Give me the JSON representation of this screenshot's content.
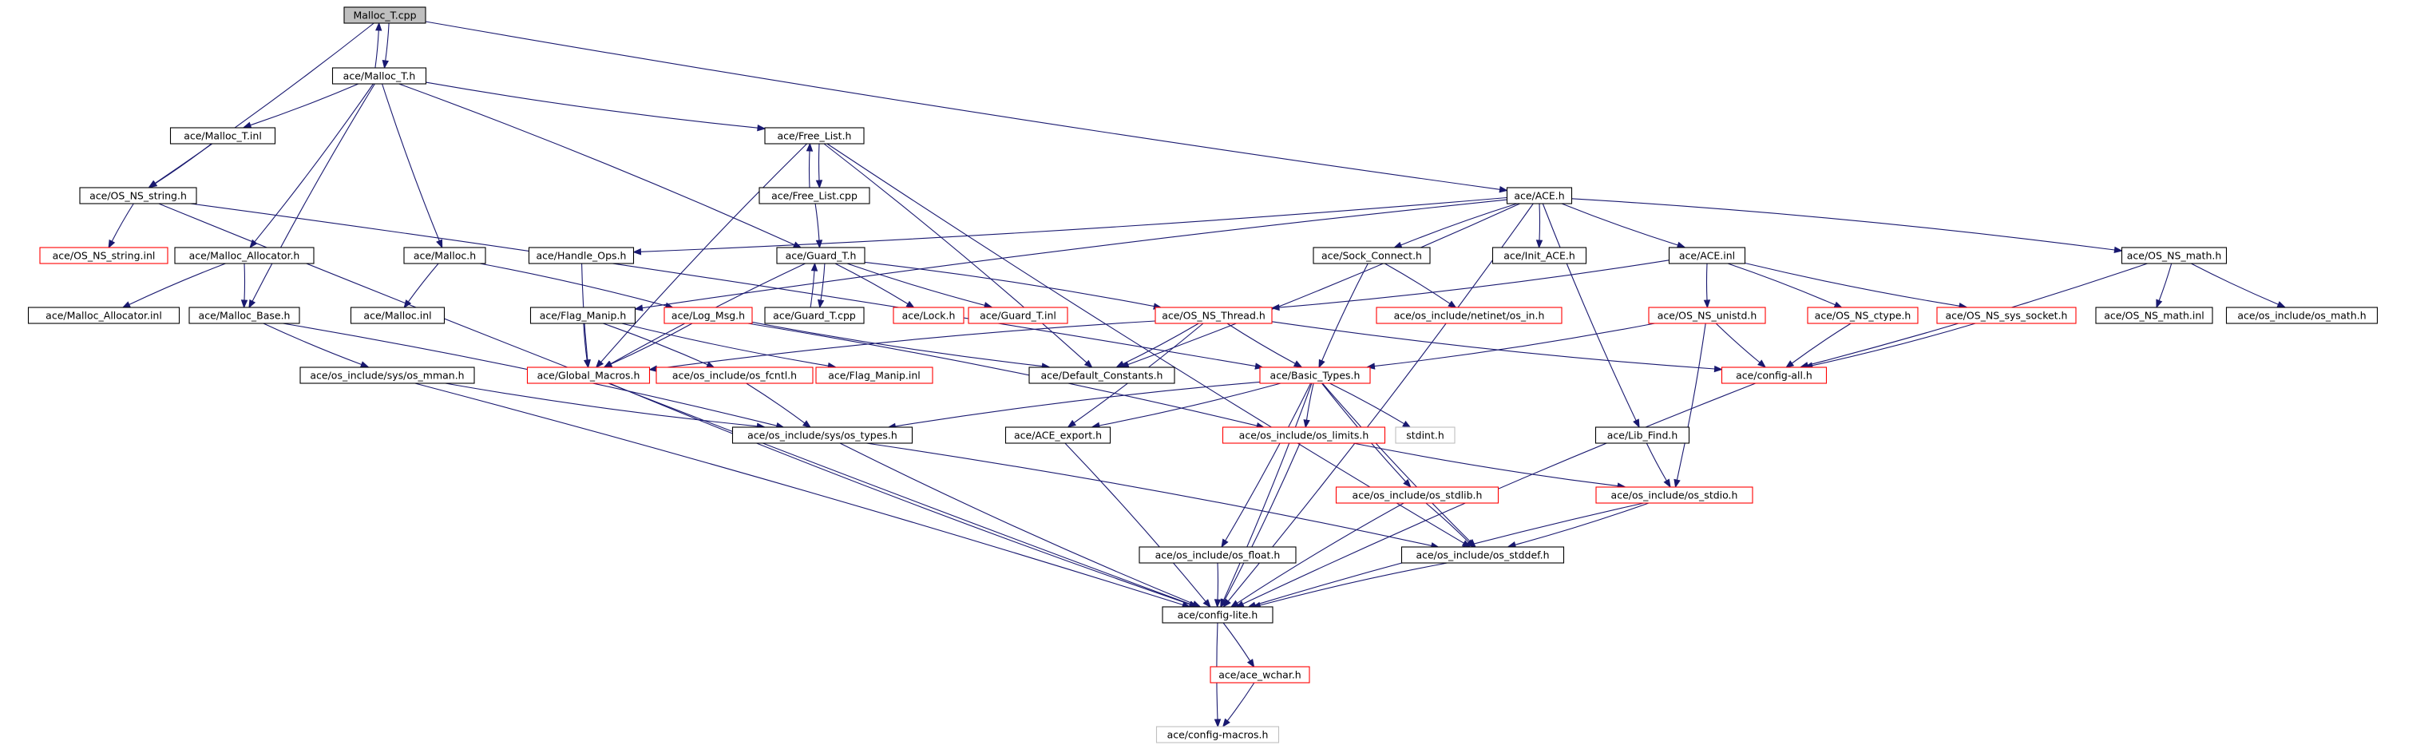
{
  "graph": {
    "edge_color": "#191970",
    "node_border_normal": "#000000",
    "node_border_missing": "#ff0000",
    "node_border_external": "#bfbfbf",
    "current_fill": "#bfbfbf",
    "nodes": [
      {
        "id": "malloc_t_cpp",
        "label": "Malloc_T.cpp",
        "style": "current"
      },
      {
        "id": "ace_malloc_t_h",
        "label": "ace/Malloc_T.h",
        "style": "normal"
      },
      {
        "id": "ace_malloc_t_inl",
        "label": "ace/Malloc_T.inl",
        "style": "normal"
      },
      {
        "id": "ace_free_list_h",
        "label": "ace/Free_List.h",
        "style": "normal"
      },
      {
        "id": "ace_os_ns_string_h",
        "label": "ace/OS_NS_string.h",
        "style": "normal"
      },
      {
        "id": "ace_free_list_cpp",
        "label": "ace/Free_List.cpp",
        "style": "normal"
      },
      {
        "id": "ace_ace_h",
        "label": "ace/ACE.h",
        "style": "normal"
      },
      {
        "id": "ace_os_ns_string_inl",
        "label": "ace/OS_NS_string.inl",
        "style": "red"
      },
      {
        "id": "ace_malloc_allocator_h",
        "label": "ace/Malloc_Allocator.h",
        "style": "normal"
      },
      {
        "id": "ace_malloc_h",
        "label": "ace/Malloc.h",
        "style": "normal"
      },
      {
        "id": "ace_handle_ops_h",
        "label": "ace/Handle_Ops.h",
        "style": "normal"
      },
      {
        "id": "ace_guard_t_h",
        "label": "ace/Guard_T.h",
        "style": "normal"
      },
      {
        "id": "ace_sock_connect_h",
        "label": "ace/Sock_Connect.h",
        "style": "normal"
      },
      {
        "id": "ace_init_ace_h",
        "label": "ace/Init_ACE.h",
        "style": "normal"
      },
      {
        "id": "ace_ace_inl",
        "label": "ace/ACE.inl",
        "style": "normal"
      },
      {
        "id": "ace_os_ns_math_h",
        "label": "ace/OS_NS_math.h",
        "style": "normal"
      },
      {
        "id": "ace_malloc_allocator_inl",
        "label": "ace/Malloc_Allocator.inl",
        "style": "normal"
      },
      {
        "id": "ace_malloc_base_h",
        "label": "ace/Malloc_Base.h",
        "style": "normal"
      },
      {
        "id": "ace_malloc_inl",
        "label": "ace/Malloc.inl",
        "style": "normal"
      },
      {
        "id": "ace_guard_t_cpp",
        "label": "ace/Guard_T.cpp",
        "style": "normal"
      },
      {
        "id": "ace_lock_h",
        "label": "ace/Lock.h",
        "style": "red"
      },
      {
        "id": "ace_guard_t_inl",
        "label": "ace/Guard_T.inl",
        "style": "red"
      },
      {
        "id": "ace_os_ns_thread_h",
        "label": "ace/OS_NS_Thread.h",
        "style": "red"
      },
      {
        "id": "ace_netinet_in_h",
        "label": "ace/os_include/netinet/os_in.h",
        "style": "red"
      },
      {
        "id": "ace_os_ns_unistd_h",
        "label": "ace/OS_NS_unistd.h",
        "style": "red"
      },
      {
        "id": "ace_os_ns_ctype_h",
        "label": "ace/OS_NS_ctype.h",
        "style": "red"
      },
      {
        "id": "ace_os_ns_sys_socket_h",
        "label": "ace/OS_NS_sys_socket.h",
        "style": "red"
      },
      {
        "id": "ace_os_ns_math_inl",
        "label": "ace/OS_NS_math.inl",
        "style": "normal"
      },
      {
        "id": "ace_os_math_h",
        "label": "ace/os_include/os_math.h",
        "style": "normal"
      },
      {
        "id": "ace_flag_manip_h",
        "label": "ace/Flag_Manip.h",
        "style": "normal"
      },
      {
        "id": "ace_log_msg_h",
        "label": "ace/Log_Msg.h",
        "style": "red"
      },
      {
        "id": "ace_sys_os_mman_h",
        "label": "ace/os_include/sys/os_mman.h",
        "style": "normal"
      },
      {
        "id": "ace_global_macros_h",
        "label": "ace/Global_Macros.h",
        "style": "red"
      },
      {
        "id": "ace_os_fcntl_h",
        "label": "ace/os_include/os_fcntl.h",
        "style": "red"
      },
      {
        "id": "ace_flag_manip_inl",
        "label": "ace/Flag_Manip.inl",
        "style": "red"
      },
      {
        "id": "ace_default_constants_h",
        "label": "ace/Default_Constants.h",
        "style": "normal"
      },
      {
        "id": "ace_basic_types_h",
        "label": "ace/Basic_Types.h",
        "style": "red"
      },
      {
        "id": "ace_config_all_h",
        "label": "ace/config-all.h",
        "style": "red"
      },
      {
        "id": "ace_sys_os_types_h",
        "label": "ace/os_include/sys/os_types.h",
        "style": "normal"
      },
      {
        "id": "ace_ace_export_h",
        "label": "ace/ACE_export.h",
        "style": "normal"
      },
      {
        "id": "ace_os_limits_h",
        "label": "ace/os_include/os_limits.h",
        "style": "red"
      },
      {
        "id": "stdint_h",
        "label": "stdint.h",
        "style": "grey"
      },
      {
        "id": "ace_lib_find_h",
        "label": "ace/Lib_Find.h",
        "style": "normal"
      },
      {
        "id": "ace_os_stdlib_h",
        "label": "ace/os_include/os_stdlib.h",
        "style": "red"
      },
      {
        "id": "ace_os_stdio_h",
        "label": "ace/os_include/os_stdio.h",
        "style": "red"
      },
      {
        "id": "ace_os_float_h",
        "label": "ace/os_include/os_float.h",
        "style": "normal"
      },
      {
        "id": "ace_os_stddef_h",
        "label": "ace/os_include/os_stddef.h",
        "style": "normal"
      },
      {
        "id": "ace_config_lite_h",
        "label": "ace/config-lite.h",
        "style": "normal"
      },
      {
        "id": "ace_ace_wchar_h",
        "label": "ace/ace_wchar.h",
        "style": "red"
      },
      {
        "id": "ace_config_macros_h",
        "label": "ace/config-macros.h",
        "style": "grey"
      }
    ],
    "edges": [
      [
        "malloc_t_cpp",
        "ace_malloc_t_h"
      ],
      [
        "ace_malloc_t_h",
        "malloc_t_cpp"
      ],
      [
        "malloc_t_cpp",
        "ace_os_ns_string_h"
      ],
      [
        "malloc_t_cpp",
        "ace_ace_h"
      ],
      [
        "ace_malloc_t_h",
        "ace_malloc_t_inl"
      ],
      [
        "ace_malloc_t_h",
        "ace_free_list_h"
      ],
      [
        "ace_malloc_t_h",
        "ace_malloc_allocator_h"
      ],
      [
        "ace_malloc_t_h",
        "ace_malloc_h"
      ],
      [
        "ace_malloc_t_h",
        "ace_guard_t_h"
      ],
      [
        "ace_malloc_t_h",
        "ace_malloc_base_h"
      ],
      [
        "ace_malloc_t_inl",
        "ace_os_ns_string_h"
      ],
      [
        "ace_free_list_h",
        "ace_free_list_cpp"
      ],
      [
        "ace_free_list_cpp",
        "ace_free_list_h"
      ],
      [
        "ace_free_list_h",
        "ace_global_macros_h"
      ],
      [
        "ace_free_list_h",
        "ace_default_constants_h"
      ],
      [
        "ace_free_list_h",
        "ace_os_stddef_h"
      ],
      [
        "ace_free_list_cpp",
        "ace_guard_t_h"
      ],
      [
        "ace_os_ns_string_h",
        "ace_os_ns_string_inl"
      ],
      [
        "ace_os_ns_string_h",
        "ace_basic_types_h"
      ],
      [
        "ace_os_ns_string_h",
        "ace_config_lite_h"
      ],
      [
        "ace_ace_h",
        "ace_handle_ops_h"
      ],
      [
        "ace_ace_h",
        "ace_sock_connect_h"
      ],
      [
        "ace_ace_h",
        "ace_init_ace_h"
      ],
      [
        "ace_ace_h",
        "ace_ace_inl"
      ],
      [
        "ace_ace_h",
        "ace_os_ns_math_h"
      ],
      [
        "ace_ace_h",
        "ace_flag_manip_h"
      ],
      [
        "ace_ace_h",
        "ace_default_constants_h"
      ],
      [
        "ace_ace_h",
        "ace_lib_find_h"
      ],
      [
        "ace_ace_h",
        "ace_config_lite_h"
      ],
      [
        "ace_malloc_allocator_h",
        "ace_malloc_allocator_inl"
      ],
      [
        "ace_malloc_allocator_h",
        "ace_malloc_base_h"
      ],
      [
        "ace_malloc_h",
        "ace_malloc_inl"
      ],
      [
        "ace_malloc_h",
        "ace_log_msg_h"
      ],
      [
        "ace_handle_ops_h",
        "ace_global_macros_h"
      ],
      [
        "ace_guard_t_h",
        "ace_guard_t_cpp"
      ],
      [
        "ace_guard_t_cpp",
        "ace_guard_t_h"
      ],
      [
        "ace_guard_t_h",
        "ace_lock_h"
      ],
      [
        "ace_guard_t_h",
        "ace_guard_t_inl"
      ],
      [
        "ace_guard_t_h",
        "ace_os_ns_thread_h"
      ],
      [
        "ace_guard_t_h",
        "ace_global_macros_h"
      ],
      [
        "ace_sock_connect_h",
        "ace_netinet_in_h"
      ],
      [
        "ace_sock_connect_h",
        "ace_basic_types_h"
      ],
      [
        "ace_ace_inl",
        "ace_os_ns_thread_h"
      ],
      [
        "ace_ace_inl",
        "ace_os_ns_unistd_h"
      ],
      [
        "ace_ace_inl",
        "ace_os_ns_ctype_h"
      ],
      [
        "ace_ace_inl",
        "ace_os_ns_sys_socket_h"
      ],
      [
        "ace_os_ns_math_h",
        "ace_os_ns_math_inl"
      ],
      [
        "ace_os_ns_math_h",
        "ace_os_math_h"
      ],
      [
        "ace_os_ns_math_h",
        "ace_config_all_h"
      ],
      [
        "ace_malloc_base_h",
        "ace_sys_os_mman_h"
      ],
      [
        "ace_malloc_base_h",
        "ace_sys_os_types_h"
      ],
      [
        "ace_flag_manip_h",
        "ace_global_macros_h"
      ],
      [
        "ace_flag_manip_h",
        "ace_os_fcntl_h"
      ],
      [
        "ace_flag_manip_h",
        "ace_flag_manip_inl"
      ],
      [
        "ace_log_msg_h",
        "ace_global_macros_h"
      ],
      [
        "ace_log_msg_h",
        "ace_default_constants_h"
      ],
      [
        "ace_log_msg_h",
        "ace_os_limits_h"
      ],
      [
        "ace_os_ns_thread_h",
        "ace_global_macros_h"
      ],
      [
        "ace_os_ns_thread_h",
        "ace_default_constants_h"
      ],
      [
        "ace_os_ns_thread_h",
        "ace_basic_types_h"
      ],
      [
        "ace_os_ns_thread_h",
        "ace_ace_export_h"
      ],
      [
        "ace_os_ns_thread_h",
        "ace_config_all_h"
      ],
      [
        "ace_os_ns_unistd_h",
        "ace_basic_types_h"
      ],
      [
        "ace_os_ns_unistd_h",
        "ace_config_all_h"
      ],
      [
        "ace_os_ns_unistd_h",
        "ace_os_stdio_h"
      ],
      [
        "ace_os_ns_ctype_h",
        "ace_config_all_h"
      ],
      [
        "ace_os_ns_sys_socket_h",
        "ace_config_all_h"
      ],
      [
        "ace_sys_os_mman_h",
        "ace_sys_os_types_h"
      ],
      [
        "ace_sys_os_mman_h",
        "ace_config_lite_h"
      ],
      [
        "ace_global_macros_h",
        "ace_config_lite_h"
      ],
      [
        "ace_os_fcntl_h",
        "ace_sys_os_types_h"
      ],
      [
        "ace_basic_types_h",
        "ace_sys_os_types_h"
      ],
      [
        "ace_basic_types_h",
        "ace_ace_export_h"
      ],
      [
        "ace_basic_types_h",
        "ace_os_limits_h"
      ],
      [
        "ace_basic_types_h",
        "stdint_h"
      ],
      [
        "ace_basic_types_h",
        "ace_os_stdlib_h"
      ],
      [
        "ace_basic_types_h",
        "ace_os_float_h"
      ],
      [
        "ace_basic_types_h",
        "ace_os_stddef_h"
      ],
      [
        "ace_basic_types_h",
        "ace_config_lite_h"
      ],
      [
        "ace_config_all_h",
        "ace_config_lite_h"
      ],
      [
        "ace_sys_os_types_h",
        "ace_os_stddef_h"
      ],
      [
        "ace_sys_os_types_h",
        "ace_config_lite_h"
      ],
      [
        "ace_ace_export_h",
        "ace_config_lite_h"
      ],
      [
        "ace_os_limits_h",
        "ace_os_stdio_h"
      ],
      [
        "ace_os_limits_h",
        "ace_config_lite_h"
      ],
      [
        "ace_lib_find_h",
        "ace_os_stdio_h"
      ],
      [
        "ace_os_stdlib_h",
        "ace_os_stddef_h"
      ],
      [
        "ace_os_stdlib_h",
        "ace_config_lite_h"
      ],
      [
        "ace_os_stdio_h",
        "ace_os_stddef_h"
      ],
      [
        "ace_os_stdio_h",
        "ace_config_lite_h"
      ],
      [
        "ace_os_float_h",
        "ace_config_lite_h"
      ],
      [
        "ace_os_stddef_h",
        "ace_config_lite_h"
      ],
      [
        "ace_config_lite_h",
        "ace_ace_wchar_h"
      ],
      [
        "ace_config_lite_h",
        "ace_config_macros_h"
      ],
      [
        "ace_ace_wchar_h",
        "ace_config_macros_h"
      ]
    ]
  }
}
